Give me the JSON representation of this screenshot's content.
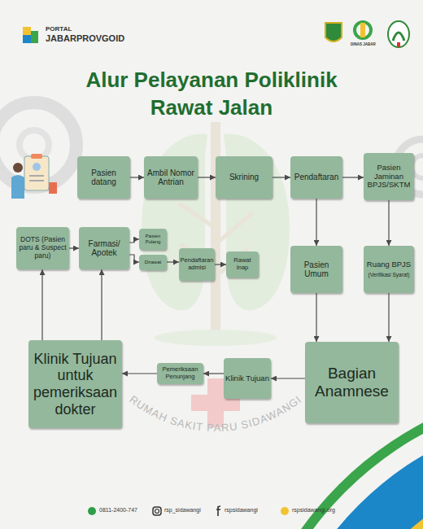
{
  "diagram": {
    "title": "Alur Pelayanan Poliklinik Rawat Jalan",
    "nodes": [
      {
        "text": [
          "Pasien datang"
        ]
      },
      {
        "text": [
          "Ambil Nomor Antrian"
        ]
      },
      {
        "text": [
          "Skrining"
        ]
      },
      {
        "text": [
          "Pendaftaran"
        ]
      },
      {
        "text": [
          "Pasien Jaminan BPJS/SKTM"
        ]
      },
      {
        "text": [
          "DOTS (Pasien paru & Suspect paru)"
        ]
      },
      {
        "text": [
          "Farmasi/ Apotek"
        ]
      },
      {
        "text": [
          "Pasien Pulang"
        ]
      },
      {
        "text": [
          "Dirawat"
        ]
      },
      {
        "text": [
          "Pendaftaran admisi"
        ]
      },
      {
        "text": [
          "Rawat Inap"
        ]
      },
      {
        "text": [
          "Pasien Umum"
        ]
      },
      {
        "text": [
          "Ruang BPJS",
          "(Verifikasi Syarat)"
        ]
      },
      {
        "text": [
          "Klinik Tujuan untuk pemeriksaan dokter"
        ]
      },
      {
        "text": [
          "Pemeriksaan Penunjang"
        ]
      },
      {
        "text": [
          "Klinik Tujuan"
        ]
      },
      {
        "text": [
          "Bagian Anamnese"
        ]
      }
    ],
    "edges": [
      {
        "from": 0,
        "to": 1,
        "arrow": "to"
      },
      {
        "from": 1,
        "to": 2,
        "arrow": "to"
      },
      {
        "from": 2,
        "to": 3,
        "arrow": "to"
      },
      {
        "from": 3,
        "to": 4,
        "arrow": "to"
      },
      {
        "from": 3,
        "to": 11,
        "arrow": "to"
      },
      {
        "from": 4,
        "to": 12,
        "arrow": "to"
      },
      {
        "from": 11,
        "to": 16,
        "arrow": "to"
      },
      {
        "from": 12,
        "to": 16,
        "arrow": "to"
      },
      {
        "from": 16,
        "to": 15,
        "arrow": "to"
      },
      {
        "from": 15,
        "to": 14,
        "arrow": "to"
      },
      {
        "from": 14,
        "to": 13,
        "arrow": "to"
      },
      {
        "from": 13,
        "to": 5,
        "arrow": "to"
      },
      {
        "from": 13,
        "to": 6,
        "arrow": "to"
      },
      {
        "from": 5,
        "to": 6,
        "arrow": "to"
      },
      {
        "from": 6,
        "to": 7,
        "arrow": "to"
      },
      {
        "from": 6,
        "to": 8,
        "arrow": "to"
      },
      {
        "from": 8,
        "to": 9,
        "arrow": "to"
      },
      {
        "from": 9,
        "to": 10,
        "arrow": "to"
      }
    ],
    "labels": [
      "PORTAL",
      "JABARPROVGOID",
      "DINAS JABAR",
      "RUMAH SAKIT PARU SIDAWANGI",
      "0811-2400-747",
      "rsp_sidawangi",
      "rspsidawangi",
      "rspsidawangi.org"
    ]
  }
}
